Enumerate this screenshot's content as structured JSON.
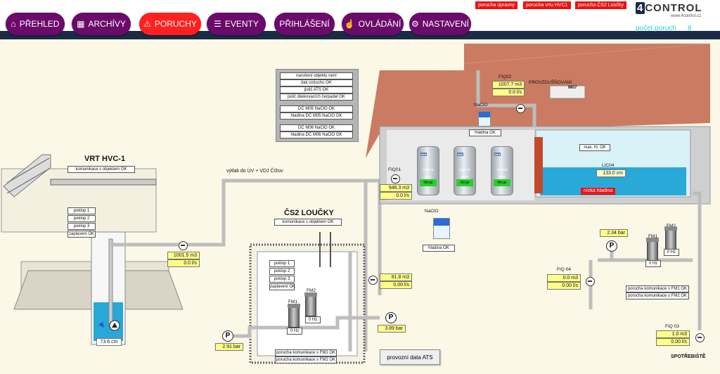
{
  "nav": [
    {
      "label": "PŘEHLED",
      "icon": "home-icon",
      "active": false
    },
    {
      "label": "ARCHÍVY",
      "icon": "chart-icon",
      "active": false
    },
    {
      "label": "PORUCHY",
      "icon": "alarm-icon",
      "active": true
    },
    {
      "label": "EVENTY",
      "icon": "list-icon",
      "active": false
    },
    {
      "label": "PŘIHLÁŠENÍ",
      "icon": "",
      "active": false
    },
    {
      "label": "OVLÁDÁNÍ",
      "icon": "hand-icon",
      "active": false
    },
    {
      "label": "NASTAVENÍ",
      "icon": "gears-icon",
      "active": false
    }
  ],
  "alarms": [
    "porucha úpravny",
    "porucha vrtu HVC1",
    "porucha ČS2 Loučky"
  ],
  "logo": {
    "four": "4",
    "text": "CONTROL",
    "sub": "www.4control.cz"
  },
  "header": {
    "count_label": "počet poruch",
    "count_value": "8"
  },
  "status_box": {
    "g1": [
      "narušení objektu není",
      "tlak vzduchu OK",
      "jistič ATS OK",
      "jistič dávkovacích čerpadel OK"
    ],
    "g2": [
      "DČ M05 NaClO OK",
      "hladina DČ M05 NaClO OK"
    ],
    "g3": [
      "DČ M06 NaClO OK",
      "hladina DČ M06 NaClO OK"
    ]
  },
  "vrt": {
    "title": "VRT HVC-1",
    "comm": "komunikace s objektem OK",
    "poklops": [
      "poklop 1",
      "poklop 2",
      "poklop 3",
      "zaplavení OK"
    ],
    "level": "73.6 cm"
  },
  "flow_main": {
    "m3": "1001.5 m3",
    "ls": "0.0 l/s"
  },
  "vytlak": "výtlak do ÚV + VDJ Čížov",
  "cs2": {
    "title": "ČS2 LOUČKY",
    "comm": "komunikace s objektem OK",
    "poklops": [
      "poklop 1",
      "poklop 2",
      "poklop 3",
      "zaplavení OK"
    ],
    "fm1": "FM1",
    "fm2": "FM2",
    "fm1_hz": "0 Hz",
    "fm2_hz": "0 Hz",
    "p_left": "2.91 bar",
    "p_right": "3.89 bar",
    "flow_m3": "81.8 m3",
    "flow_ls": "0.00 l/s",
    "err1": "porucha komunikace s FM1 OK",
    "err2": "porucha komunikace s FM2 OK"
  },
  "ats_button": "provozní data ATS",
  "uv": {
    "fiq01": "FIQ01",
    "fiq01_m3": "946.3 m3",
    "fiq01_ls": "0.0 l/s",
    "fiq02": "FIQ02",
    "fiq02_m3": "1007.7 m3",
    "fiq02_ls": "0.0 l/s",
    "naclo_top": "NaClO",
    "naclo_top_level": "hladina OK",
    "naclo_bottom": "NaClO",
    "naclo_bottom_level": "hladina OK",
    "provzdus": "PROVZDUŠŇOVÁNÍ",
    "m07": "M07",
    "tanks": [
      {
        "name": "zapíná",
        "sub": "pere",
        "filt": "filtruje"
      },
      {
        "name": "zapíná",
        "sub": "pere",
        "filt": "filtruje"
      },
      {
        "name": "zapíná",
        "sub": "pere",
        "filt": "filtruje"
      }
    ],
    "max_hl": "max. hl. OK",
    "lic04": "LIC04",
    "lic04_val": "133.0 cm",
    "nizka": "nízká hladina"
  },
  "right": {
    "p_val": "2.34 bar",
    "fm1": "FM1",
    "fm2": "FM2",
    "fm1_hz": "0 Hz",
    "fm2_hz": "0 Hz",
    "fiq04": "FIQ 04",
    "fiq04_m3": "0.0 m3",
    "fiq04_ls": "0.00 l/s",
    "err1": "porucha komunikace s FM1 OK",
    "err2": "porucha komunikace s FM2 OK",
    "fiq03": "FIQ 03",
    "fiq03_m3": "1.0 m3",
    "fiq03_ls": "0.00 l/s",
    "spotrebiste": "SPOTŘEBIŠTĚ"
  },
  "colors": {
    "nav": "#6b0a6b",
    "active": "#ff2020",
    "bg": "#fbf8e8",
    "accent": "#33cccc"
  }
}
